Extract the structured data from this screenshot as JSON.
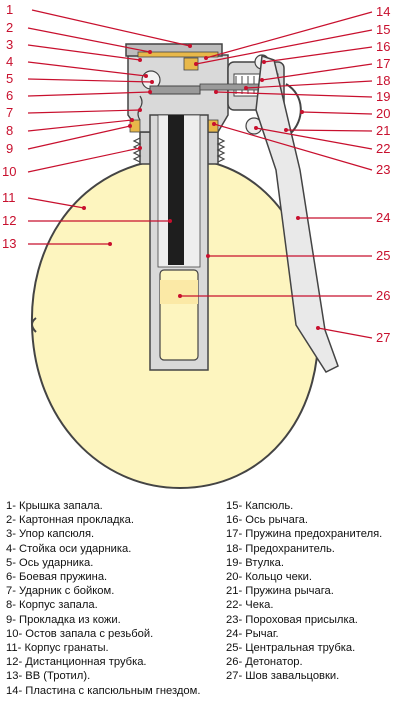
{
  "colors": {
    "body_fill": "#fdf5bf",
    "metal_fill": "#d9d9d9",
    "metal_dark": "#9a9a9a",
    "charge_fill": "#1e1e1e",
    "callout": "#c8102e",
    "brass": "#e8b84a"
  },
  "callout_numbers": [
    "1",
    "2",
    "3",
    "4",
    "5",
    "6",
    "7",
    "8",
    "9",
    "10",
    "11",
    "12",
    "13",
    "14",
    "15",
    "16",
    "17",
    "18",
    "19",
    "20",
    "21",
    "22",
    "23",
    "24",
    "25",
    "26",
    "27"
  ],
  "legend_left": [
    "1- Крышка запала.",
    "2- Картонная прокладка.",
    "3- Упор капсюля.",
    "4- Стойка оси ударника.",
    "5- Ось ударника.",
    "6- Боевая пружина.",
    "7- Ударник с бойком.",
    "8- Корпус запала.",
    "9- Прокладка из кожи.",
    "10- Остов запала с резьбой.",
    "11- Корпус гранаты.",
    "12- Дистанционная трубка.",
    "13- ВВ (Тротил).",
    "14- Пластина с капсюльным гнездом."
  ],
  "legend_right": [
    "15- Капсюль.",
    "16- Ось рычага.",
    "17- Пружина предохранителя.",
    "18- Предохранитель.",
    "19- Втулка.",
    "20- Кольцо чеки.",
    "21- Пружина рычага.",
    "22- Чека.",
    "23- Пороховая присылка.",
    "24- Рычаг.",
    "25- Центральная трубка.",
    "26- Детонатор.",
    "27- Шов завальцовки."
  ]
}
